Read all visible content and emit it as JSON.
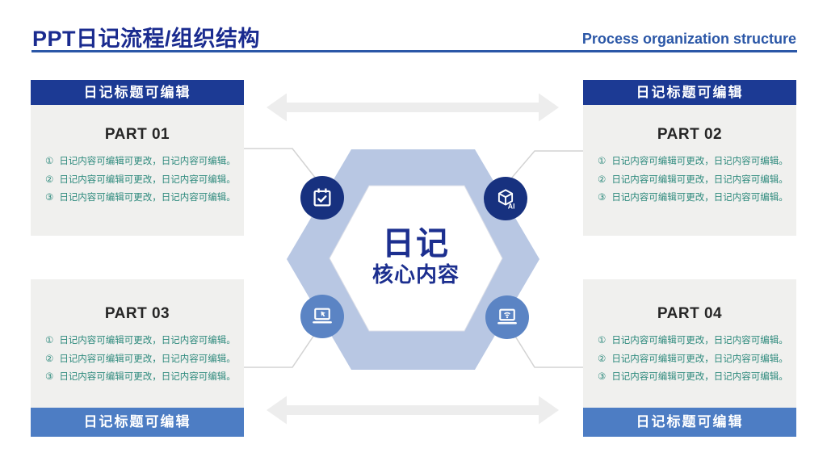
{
  "slide": {
    "title": "PPT日记流程/组织结构",
    "subtitle": "Process organization structure"
  },
  "center": {
    "line1": "日记",
    "line2": "核心内容"
  },
  "icons": {
    "top_left": "calendar-check-icon",
    "top_right": "ai-cube-icon",
    "bottom_left": "laptop-cursor-icon",
    "bottom_right": "laptop-wifi-icon",
    "ai_label": "AI"
  },
  "panels": [
    {
      "heading": "PART 01",
      "title_bar": "日记标题可编辑",
      "bar_position": "top",
      "items": [
        {
          "num": "①",
          "text": "日记内容可编辑可更改，日记内容可编辑。"
        },
        {
          "num": "②",
          "text": "日记内容可编辑可更改，日记内容可编辑。"
        },
        {
          "num": "③",
          "text": "日记内容可编辑可更改，日记内容可编辑。"
        }
      ]
    },
    {
      "heading": "PART 02",
      "title_bar": "日记标题可编辑",
      "bar_position": "top",
      "items": [
        {
          "num": "①",
          "text": "日记内容可编辑可更改，日记内容可编辑。"
        },
        {
          "num": "②",
          "text": "日记内容可编辑可更改，日记内容可编辑。"
        },
        {
          "num": "③",
          "text": "日记内容可编辑可更改，日记内容可编辑。"
        }
      ]
    },
    {
      "heading": "PART 03",
      "title_bar": "日记标题可编辑",
      "bar_position": "bottom",
      "items": [
        {
          "num": "①",
          "text": "日记内容可编辑可更改，日记内容可编辑。"
        },
        {
          "num": "②",
          "text": "日记内容可编辑可更改，日记内容可编辑。"
        },
        {
          "num": "③",
          "text": "日记内容可编辑可更改，日记内容可编辑。"
        }
      ]
    },
    {
      "heading": "PART 04",
      "title_bar": "日记标题可编辑",
      "bar_position": "bottom",
      "items": [
        {
          "num": "①",
          "text": "日记内容可编辑可更改，日记内容可编辑。"
        },
        {
          "num": "②",
          "text": "日记内容可编辑可更改，日记内容可编辑。"
        },
        {
          "num": "③",
          "text": "日记内容可编辑可更改，日记内容可编辑。"
        }
      ]
    }
  ],
  "colors": {
    "header_bar": "#1c3a94",
    "footer_bar": "#4d7dc4",
    "navy_circle": "#17317f",
    "blue_circle": "#5b84c4",
    "hexagon_outer": "#b8c7e3",
    "title_text": "#1a2b8f",
    "subtitle_text": "#2b57a7",
    "item_text": "#2e8a7d",
    "panel_body_bg": "#f0f0ee",
    "arrow_gray": "#ededed",
    "connector_gray": "#d3d3d3"
  }
}
